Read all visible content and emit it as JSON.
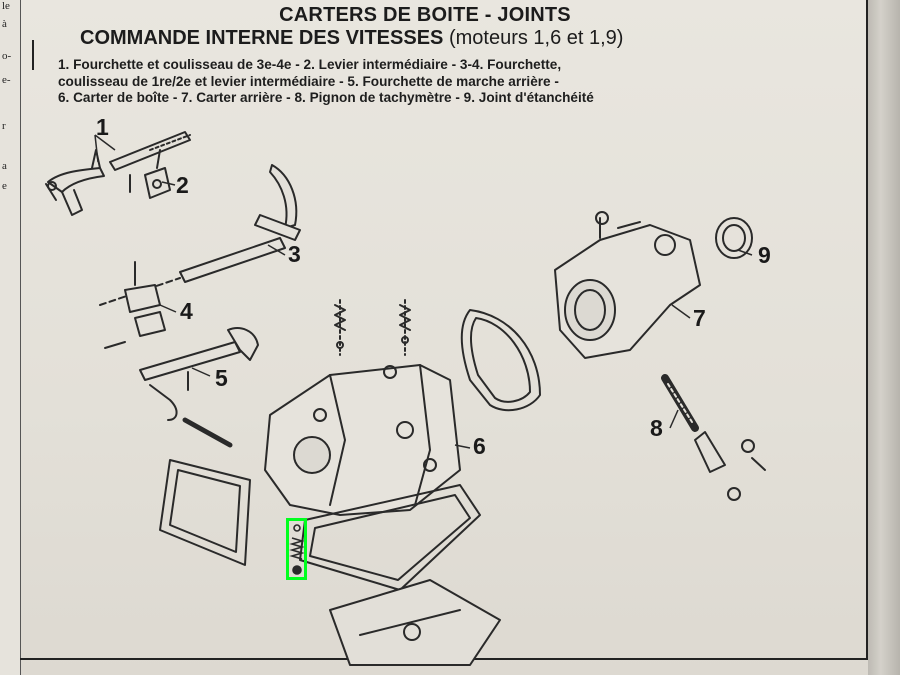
{
  "page": {
    "title_line1": "CARTERS DE BOITE - JOINTS",
    "title_line2_bold": "COMMANDE INTERNE DES VITESSES",
    "title_line2_normal": " (moteurs 1,6 et 1,9)",
    "legend_lines": [
      "1. Fourchette et coulisseau de 3e-4e - 2. Levier intermédiaire - 3-4. Fourchette,",
      "coulisseau de 1re/2e et levier intermédiaire - 5. Fourchette de marche arrière -",
      "6. Carter de boîte - 7. Carter arrière - 8. Pignon de tachymètre - 9. Joint d'étanchéité"
    ]
  },
  "left_margin_text": [
    "le",
    "à",
    "o-",
    "e-",
    "r",
    "a",
    "e"
  ],
  "callouts": [
    "1",
    "2",
    "3",
    "4",
    "5",
    "6",
    "7",
    "8",
    "9"
  ],
  "highlight": {
    "color": "#00ff1e",
    "target": "spring-ball-detent"
  }
}
